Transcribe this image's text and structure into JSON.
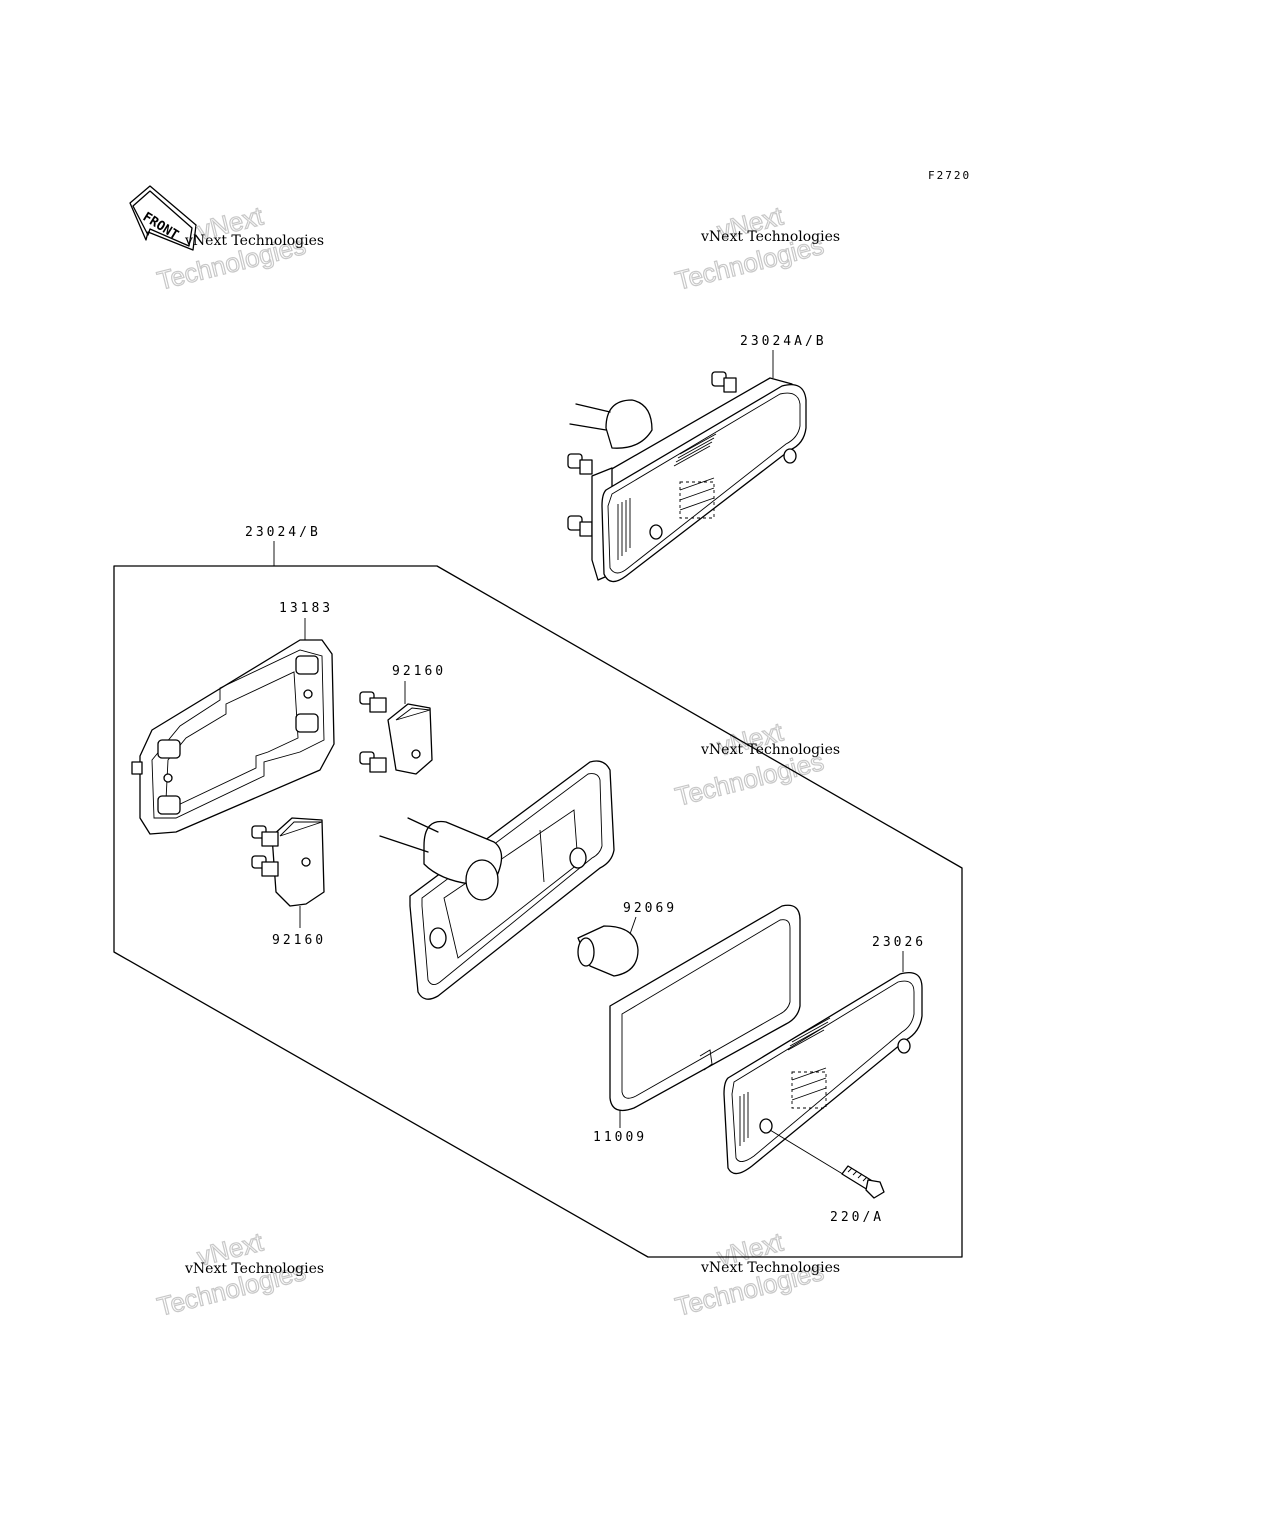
{
  "diagram": {
    "figure_code": "F2720",
    "front_label": "FRONT",
    "watermark_line1": "vNext Technologies",
    "watermark_line2": "vNext Technologies",
    "parts": {
      "assembly_top": "23024A/B",
      "assembly_main": "23024/B",
      "gasket_base": "13183",
      "socket_upper": "92160",
      "socket_lower": "92160",
      "bulb": "92069",
      "gasket_lens": "11009",
      "lens": "23026",
      "screw": "220/A"
    }
  }
}
